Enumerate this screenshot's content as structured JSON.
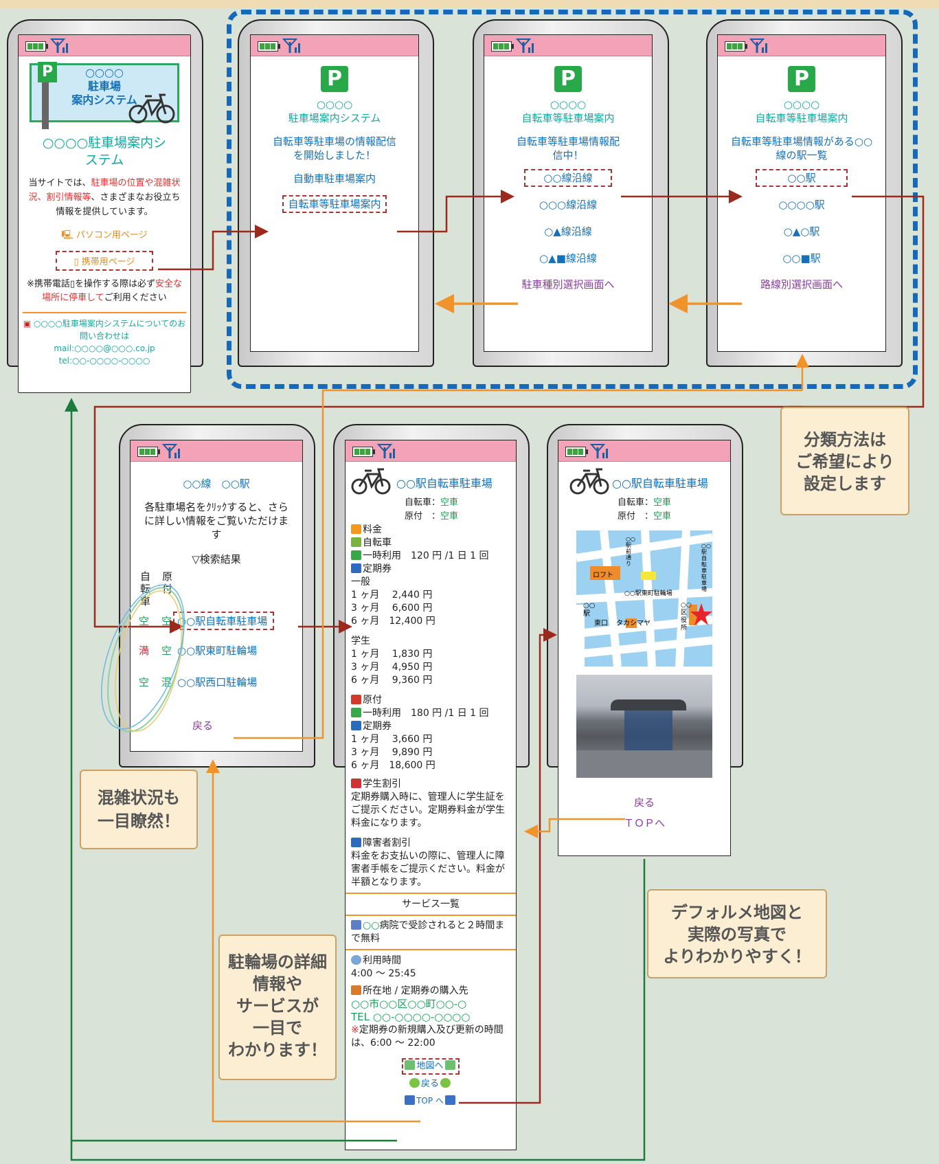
{
  "site": {
    "sign_dots": "○○○○",
    "sign_line1": "駐車場",
    "sign_line2": "案内システム",
    "title": "○○○○駐車場案内システム",
    "intro_pre": "当サイトでは、",
    "intro_hl1": "駐車場の位置や混雑状況、割引情報等",
    "intro_post": "、さまざまなお役立ち情報を提供しています。",
    "pc_link": "パソコン用ページ",
    "mobile_link": "携帯用ページ",
    "warn_pre": "※携帯電話",
    "warn_mid": "を操作する際は必ず",
    "warn_hl": "安全な場所に停車して",
    "warn_post": "ご利用ください",
    "contact_line1": "○○○○駐車場案内システムについてのお問い合わせは",
    "contact_mail": "mail:○○○○@○○○.co.jp",
    "contact_tel": "tel:○○-○○○○-○○○○"
  },
  "screen2": {
    "dots": "○○○○",
    "title": "駐車場案内システム",
    "msg": "自転車等駐車場の情報配信を開始しました！",
    "link_car": "自動車駐車場案内",
    "link_bike": "自転車等駐車場案内"
  },
  "screen3": {
    "dots": "○○○○",
    "title": "自転車等駐車場案内",
    "msg": "自転車等駐車場情報配信中！",
    "lines": [
      "○○線沿線",
      "○○○線沿線",
      "○▲線沿線",
      "○▲■線沿線"
    ],
    "back": "駐車種別選択画面へ"
  },
  "screen4": {
    "dots": "○○○○",
    "title": "自転車等駐車場案内",
    "msg": "自転車等駐車場情報がある○○線の駅一覧",
    "stations": [
      "○○駅",
      "○○○○駅",
      "○▲○駅",
      "○○■駅"
    ],
    "back": "路線別選択画面へ"
  },
  "results": {
    "title": "○○線　○○駅",
    "msg": "各駐車場名をｸﾘｯｸすると、さらに詳しい情報をご覧いただけます",
    "section": "▽検索結果",
    "col1": "自転車",
    "col2": "原付",
    "rows": [
      {
        "bike": "空",
        "moto": "空",
        "name": "○○駅自転車駐車場"
      },
      {
        "bike": "満",
        "moto": "空",
        "name": "○○駅東町駐輪場"
      },
      {
        "bike": "空",
        "moto": "混",
        "name": "○○駅西口駐輪場"
      }
    ],
    "back": "戻る"
  },
  "detail": {
    "title": "○○駅自転車駐車場",
    "stat_bike_label": "自転車：",
    "stat_bike_val": "空車",
    "stat_moto_label": "原付　：",
    "stat_moto_val": "空車",
    "fee_head": "料金",
    "bike_head": "自転車",
    "bike_once": "一時利用　120 円 /1 日 1 回",
    "pass": "定期券",
    "general": "一般",
    "general_rows": [
      "1 ヶ月　 2,440 円",
      "3 ヶ月　 6,600 円",
      "6 ヶ月　12,400 円"
    ],
    "student": "学生",
    "student_rows": [
      "1 ヶ月　 1,830 円",
      "3 ヶ月　 4,950 円",
      "6 ヶ月　 9,360 円"
    ],
    "moto_head": "原付",
    "moto_once": "一時利用　180 円 /1 日 1 回",
    "moto_pass": "定期券",
    "moto_rows": [
      "1 ヶ月　 3,660 円",
      "3 ヶ月　 9,890 円",
      "6 ヶ月　18,600 円"
    ],
    "stu_disc_head": "学生割引",
    "stu_disc_text": "定期券購入時に、管理人に学生証をご提示ください。定期券料金が学生料金になります。",
    "dis_disc_head": "障害者割引",
    "dis_disc_text": "料金をお支払いの際に、管理人に障害者手帳をご提示ください。料金が半額となります。",
    "service_head": "サービス一覧",
    "service_pre": "○○",
    "service_text": "病院で受診されると２時間まで無料",
    "hours_head": "利用時間",
    "hours": "4:00 ～ 25:45",
    "addr_head": "所在地 / 定期券の購入先",
    "addr": "○○市○○区○○町○○-○",
    "tel": "TEL ○○-○○○○-○○○○",
    "note_mark": "※",
    "note": "定期券の新規購入及び更新の時間は、6:00 ～ 22:00",
    "map_link": "地図へ",
    "back": "戻る",
    "top": "TOP へ"
  },
  "mapscreen": {
    "title": "○○駅自転車駐車場",
    "stat_bike_label": "自転車：",
    "stat_bike_val": "空車",
    "stat_moto_label": "原付　：",
    "stat_moto_val": "空車",
    "map_labels": {
      "loft": "ロフト",
      "higashi": "○○駅東町駐輪場",
      "takashimaya": "タカシマヤ",
      "east_exit": "東口",
      "station": "○○駅",
      "ward": "○○区役所",
      "street": "○○駅前通り",
      "target": "○○駅自転車駐車場"
    },
    "back": "戻る",
    "top": "ＴＯＰへ"
  },
  "callouts": {
    "classify": [
      "分類方法は",
      "ご希望により",
      "設定します"
    ],
    "crowd": [
      "混雑状況も",
      "一目瞭然！"
    ],
    "details": [
      "駐輪場の詳細",
      "情報や",
      "サービスが",
      "一目で",
      "わかります！"
    ],
    "map": [
      "デフォルメ地図と",
      "実際の写真で",
      "よりわかりやすく！"
    ]
  },
  "colors": {
    "bg": "#d9e3d7",
    "status": "#f4a2b8",
    "teal": "#16a6a0",
    "blue": "#1570b8",
    "purple": "#8a3aa0",
    "orange": "#f0932b",
    "dashed_blue": "#1569b8",
    "arrow_red": "#9b2a1e",
    "arrow_green": "#1b7a3c"
  }
}
